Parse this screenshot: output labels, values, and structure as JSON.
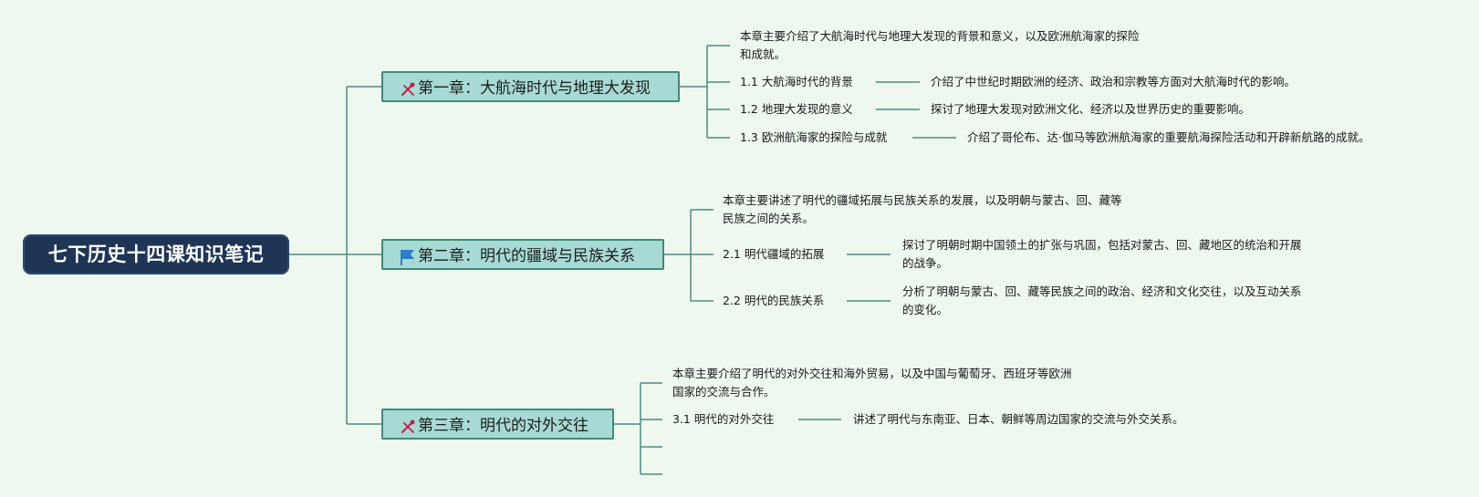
{
  "root": {
    "title": "七下历史十四课知识笔记"
  },
  "icons": {
    "ch1": "tools-icon",
    "ch2": "flag-icon",
    "ch3": "tools-icon"
  },
  "colors": {
    "background": "#eef8ef",
    "root_fill": "#1f3556",
    "chapter_fill": "#a7dad4",
    "chapter_border": "#3f8a78",
    "line": "#4a8d7e"
  },
  "chapters": [
    {
      "title": "第一章：大航海时代与地理大发现",
      "summary_line1": "本章主要介绍了大航海时代与地理大发现的背景和意义，以及欧洲航海家的探险",
      "summary_line2": "和成就。",
      "sections": [
        {
          "label": "1.1 大航海时代的背景",
          "desc": "介绍了中世纪时期欧洲的经济、政治和宗教等方面对大航海时代的影响。"
        },
        {
          "label": "1.2 地理大发现的意义",
          "desc": "探讨了地理大发现对欧洲文化、经济以及世界历史的重要影响。"
        },
        {
          "label": "1.3 欧洲航海家的探险与成就",
          "desc": "介绍了哥伦布、达·伽马等欧洲航海家的重要航海探险活动和开辟新航路的成就。"
        }
      ]
    },
    {
      "title": "第二章：明代的疆域与民族关系",
      "summary_line1": "本章主要讲述了明代的疆域拓展与民族关系的发展，以及明朝与蒙古、回、藏等",
      "summary_line2": "民族之间的关系。",
      "sections": [
        {
          "label": "2.1 明代疆域的拓展",
          "desc1": "探讨了明朝时期中国领土的扩张与巩固，包括对蒙古、回、藏地区的统治和开展",
          "desc2": "的战争。"
        },
        {
          "label": "2.2 明代的民族关系",
          "desc1": "分析了明朝与蒙古、回、藏等民族之间的政治、经济和文化交往，以及互动关系",
          "desc2": "的变化。"
        }
      ]
    },
    {
      "title": "第三章：明代的对外交往",
      "summary_line1": "本章主要介绍了明代的对外交往和海外贸易，以及中国与葡萄牙、西班牙等欧洲",
      "summary_line2": "国家的交流与合作。",
      "sections": [
        {
          "label": "3.1 明代的对外交往",
          "desc": "讲述了明代与东南亚、日本、朝鲜等周边国家的交流与外交关系。"
        }
      ]
    }
  ]
}
